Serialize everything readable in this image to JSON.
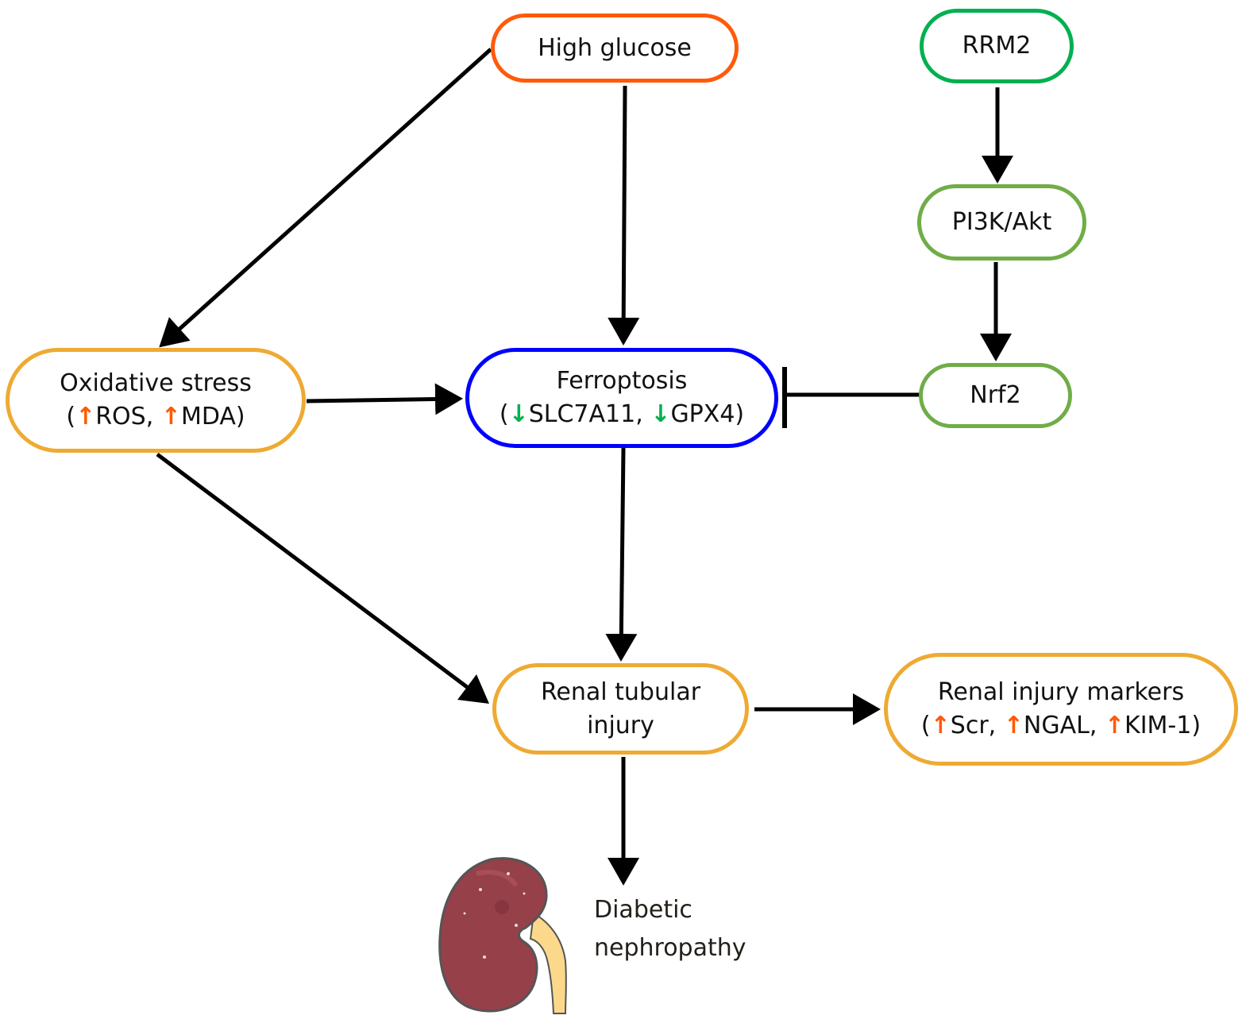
{
  "colors": {
    "high_glucose": "#ff5a0a",
    "rrm2": "#00b050",
    "pathway_green": "#70ad47",
    "ferroptosis": "#0000ff",
    "injury_orange": "#eeaa33",
    "up_arrow": "#ff5a00",
    "down_arrow": "#00b050",
    "edge": "#000000"
  },
  "nodes": {
    "high_glucose": {
      "label": "High glucose"
    },
    "rrm2": {
      "label": "RRM2"
    },
    "pi3k_akt": {
      "label": "PI3K/Akt"
    },
    "nrf2": {
      "label": "Nrf2"
    },
    "oxidative_stress": {
      "label": "Oxidative stress",
      "markers": [
        {
          "direction": "up",
          "arrow": "↑",
          "name": "ROS"
        },
        {
          "direction": "up",
          "arrow": "↑",
          "name": "MDA"
        }
      ]
    },
    "ferroptosis": {
      "label": "Ferroptosis",
      "markers": [
        {
          "direction": "down",
          "arrow": "↓",
          "name": "SLC7A11"
        },
        {
          "direction": "down",
          "arrow": "↓",
          "name": "GPX4"
        }
      ]
    },
    "renal_tubular_injury": {
      "label_line1": "Renal tubular",
      "label_line2": "injury"
    },
    "renal_injury_markers": {
      "label": "Renal injury markers",
      "markers": [
        {
          "direction": "up",
          "arrow": "↑",
          "name": "Scr"
        },
        {
          "direction": "up",
          "arrow": "↑",
          "name": "NGAL"
        },
        {
          "direction": "up",
          "arrow": "↑",
          "name": "KIM-1"
        }
      ]
    },
    "diabetic_nephropathy": {
      "label_line1": "Diabetic",
      "label_line2": "nephropathy",
      "icon": "kidney-icon"
    }
  },
  "edges": [
    {
      "from": "high_glucose",
      "to": "oxidative_stress",
      "type": "activation"
    },
    {
      "from": "high_glucose",
      "to": "ferroptosis",
      "type": "activation"
    },
    {
      "from": "rrm2",
      "to": "pi3k_akt",
      "type": "activation"
    },
    {
      "from": "pi3k_akt",
      "to": "nrf2",
      "type": "activation"
    },
    {
      "from": "nrf2",
      "to": "ferroptosis",
      "type": "inhibition"
    },
    {
      "from": "oxidative_stress",
      "to": "ferroptosis",
      "type": "activation"
    },
    {
      "from": "oxidative_stress",
      "to": "renal_tubular_injury",
      "type": "activation"
    },
    {
      "from": "ferroptosis",
      "to": "renal_tubular_injury",
      "type": "activation"
    },
    {
      "from": "renal_tubular_injury",
      "to": "renal_injury_markers",
      "type": "activation"
    },
    {
      "from": "renal_tubular_injury",
      "to": "diabetic_nephropathy",
      "type": "activation"
    }
  ]
}
